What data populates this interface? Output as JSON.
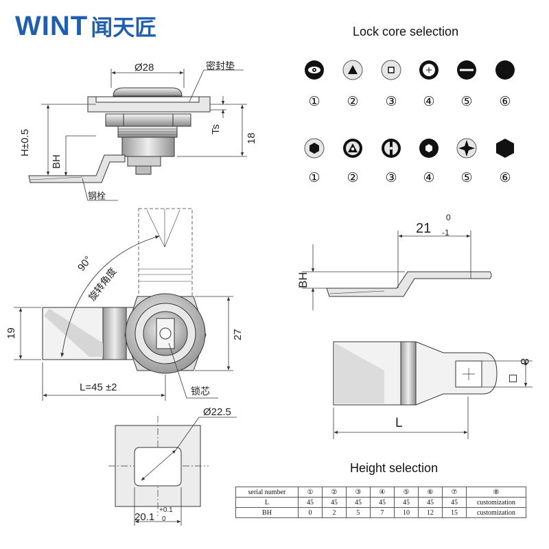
{
  "logo": {
    "brand": "WINT",
    "chinese": "闻天匠"
  },
  "lock_core": {
    "title": "Lock core selection",
    "row1_numbers": [
      "①",
      "②",
      "③",
      "④",
      "⑤",
      "⑥"
    ],
    "row2_numbers": [
      "①",
      "②",
      "③",
      "④",
      "⑤",
      "⑥"
    ]
  },
  "side_view": {
    "dia": "Ø28",
    "gasket": "密封垫",
    "h": "H±0.5",
    "bh": "BH",
    "ts": "Ts",
    "height": "18",
    "bolt": "钢栓"
  },
  "front_view": {
    "angle": "90°",
    "rotation": "旋转角度",
    "width": "19",
    "height": "27",
    "length": "L=45 ±2",
    "core": "锁芯"
  },
  "cutout": {
    "dia": "Ø22.5",
    "width": "20.1",
    "tol_upper": "+0.1",
    "tol_lower": "0"
  },
  "cam_side": {
    "length": "21",
    "tol_upper": "0",
    "tol_lower": "-1",
    "bh": "BH"
  },
  "cam_top": {
    "square": "8",
    "length": "L"
  },
  "height_selection": {
    "title": "Height  selection",
    "header": [
      "serial number",
      "①",
      "②",
      "③",
      "④",
      "⑤",
      "⑥",
      "⑦",
      "⑧"
    ],
    "rows": [
      {
        "label": "L",
        "values": [
          "45",
          "45",
          "45",
          "45",
          "45",
          "45",
          "45",
          "customization"
        ]
      },
      {
        "label": "BH",
        "values": [
          "0",
          "2",
          "5",
          "7",
          "10",
          "12",
          "15",
          "customization"
        ]
      }
    ]
  }
}
